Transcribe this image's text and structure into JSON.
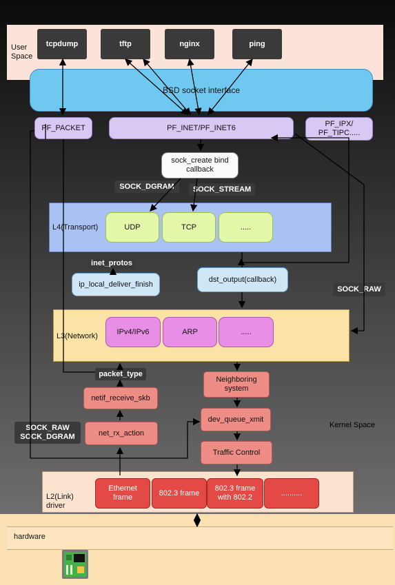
{
  "regions": {
    "user_space_label": "User\nSpace",
    "kernel_space_label": "Kernel Space",
    "hardware_label": "hardware"
  },
  "apps": [
    "tcpdump",
    "tftp",
    "nginx",
    "ping"
  ],
  "bsd_socket": "BSD socket interface",
  "families": {
    "pf_packet": "PF_PACKET",
    "pf_inet": "PF_INET/PF_INET6",
    "pf_ipx": "PF_IPX/\nPF_TIPC....."
  },
  "sock_create": "sock_create bind\ncallback",
  "tags": {
    "sock_dgram": "SOCK_DGRAM",
    "sock_stream": "SOCK_STREAM",
    "inet_protos": "inet_protos",
    "sock_raw": "SOCK_RAW",
    "packet_type": "packet_type",
    "sock_raw_dgram": "SOCK_RAW\nSOCK_DGRAM"
  },
  "transport": {
    "label": "L4(Transport)",
    "items": [
      "UDP",
      "TCP",
      "....."
    ]
  },
  "ip_local_deliver_finish": "ip_local_deliver_finish",
  "dst_output": "dst_output(callback)",
  "network": {
    "label": "L3(Network)",
    "items": [
      "IPv4/IPv6",
      "ARP",
      "....."
    ]
  },
  "rx_path": {
    "netif_receive_skb": "netif_receive_skb",
    "net_rx_action": "net_rx_action"
  },
  "tx_path": {
    "neighboring": "Neighboring\nsystem",
    "dev_queue_xmit": "dev_queue_xmit",
    "traffic_control": "Traffic Control"
  },
  "link": {
    "label": "L2(Link)\ndriver",
    "frames": [
      "Ethernet\nframe",
      "802.3 frame",
      "802.3 frame\nwith 802.2",
      ".........."
    ]
  },
  "icons": {
    "hardware": "network-card-icon"
  },
  "colors": {
    "user_space": "#fbe3da",
    "bsd": "#6fc8ef",
    "transport": "#a9c2f3",
    "network": "#fbe2a6",
    "link": "#fbe3d0",
    "hardware": "#fbe0b4"
  }
}
